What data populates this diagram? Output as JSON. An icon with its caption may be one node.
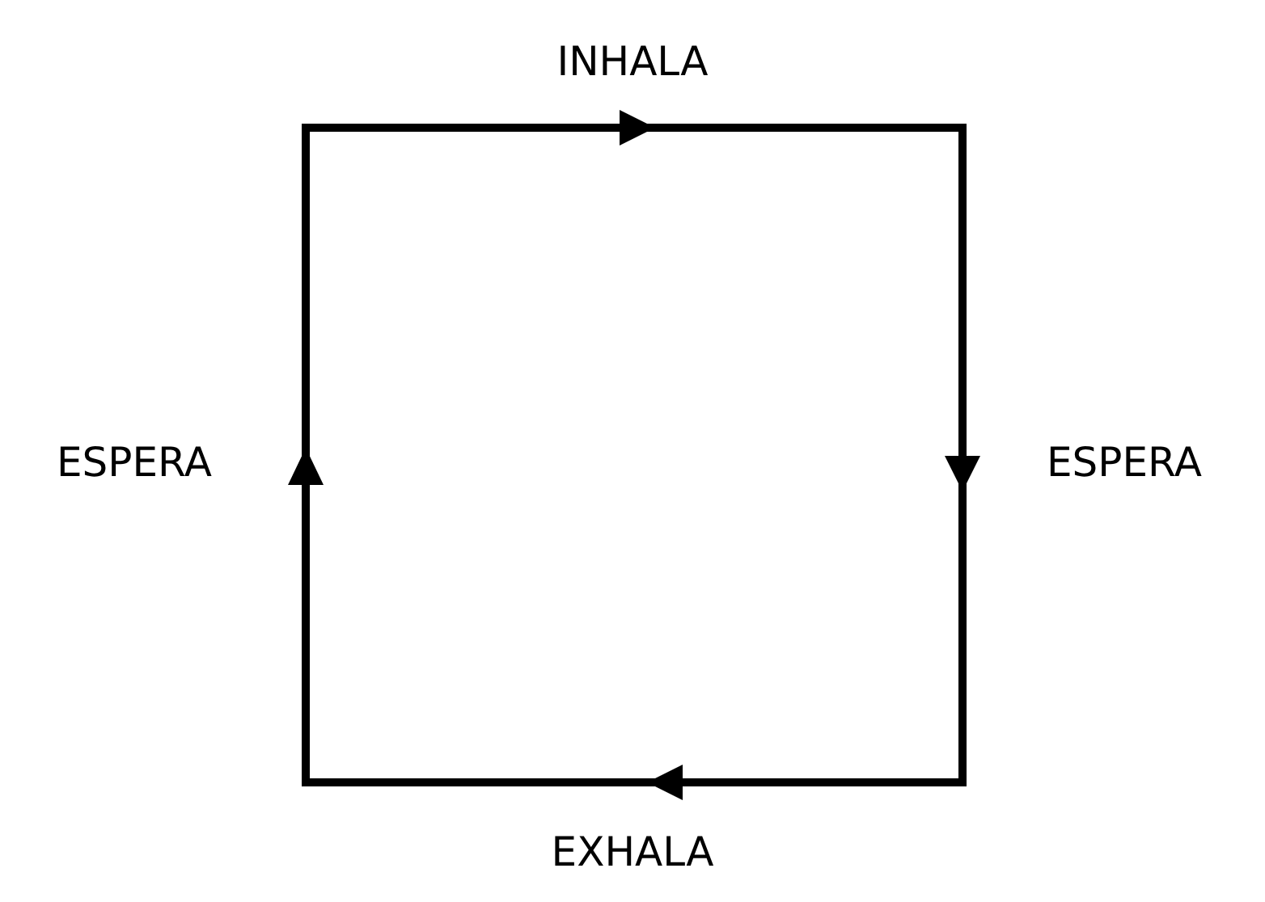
{
  "diagram": {
    "labels": [
      "INHALA",
      "ESPERA",
      "ESPERA",
      "EXHALA"
    ]
  }
}
